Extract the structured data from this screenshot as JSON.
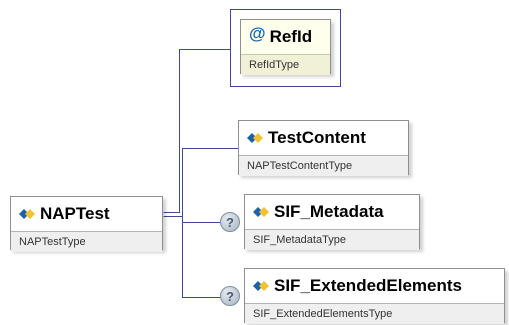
{
  "root": {
    "name": "NAPTest",
    "type": "NAPTestType",
    "icon": "element-icon"
  },
  "attribute": {
    "name": "RefId",
    "type": "RefIdType",
    "icon": "at-sign-icon",
    "symbol": "@"
  },
  "children": [
    {
      "name": "TestContent",
      "type": "NAPTestContentType",
      "optional": false,
      "optional_symbol": ""
    },
    {
      "name": "SIF_Metadata",
      "type": "SIF_MetadataType",
      "optional": true,
      "optional_symbol": "?"
    },
    {
      "name": "SIF_ExtendedElements",
      "type": "SIF_ExtendedElementsType",
      "optional": true,
      "optional_symbol": "?"
    }
  ],
  "colors": {
    "connector": "#3f4a93",
    "element_icon_blue": "#1d62a6",
    "element_icon_yellow": "#f2c230",
    "attribute_background": "#ffffee",
    "type_background": "#efefef"
  }
}
